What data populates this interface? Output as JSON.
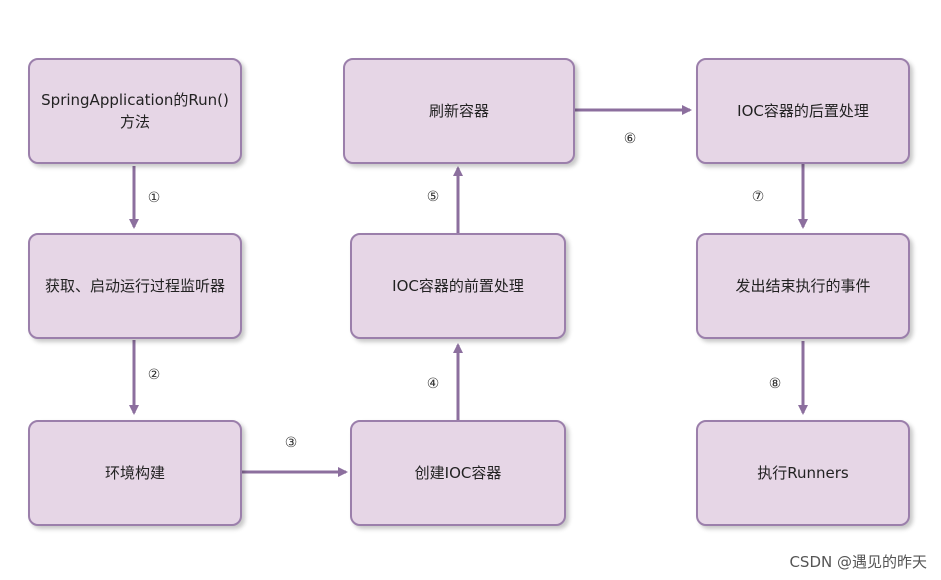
{
  "diagram": {
    "nodes": {
      "run": "SpringApplication的Run()方法",
      "listeners": "获取、启动运行过程监听器",
      "env": "环境构建",
      "create_ioc": "创建IOC容器",
      "ioc_pre": "IOC容器的前置处理",
      "refresh": "刷新容器",
      "ioc_post": "IOC容器的后置处理",
      "finish_event": "发出结束执行的事件",
      "runners": "执行Runners"
    },
    "steps": [
      "①",
      "②",
      "③",
      "④",
      "⑤",
      "⑥",
      "⑦",
      "⑧"
    ]
  },
  "colors": {
    "node_fill": "#e6d6e6",
    "node_border": "#9b7fab",
    "arrow": "#8c6f9e"
  },
  "watermark": "CSDN @遇见的昨天"
}
